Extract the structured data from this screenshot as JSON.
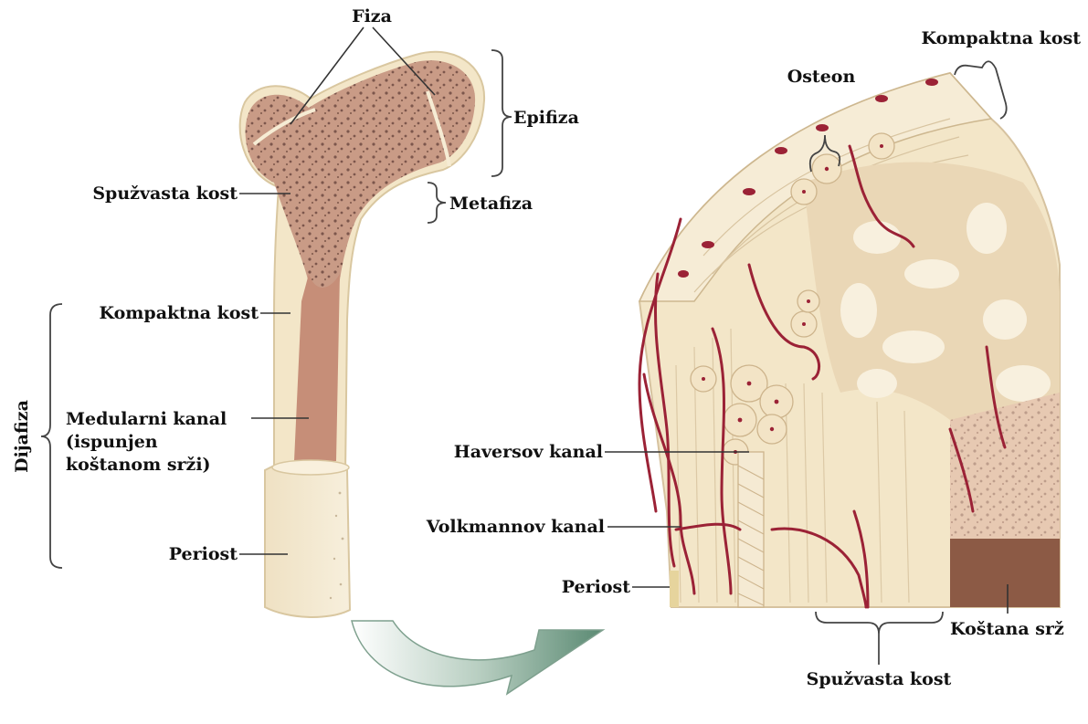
{
  "labels": {
    "fiza": "Fiza",
    "epifiza": "Epifiza",
    "metafiza": "Metafiza",
    "spuzvasta_kost_left": "Spužvasta kost",
    "kompaktna_kost_left": "Kompaktna kost",
    "dijafiza": "Dijafiza",
    "medularni_kanal_1": "Medularni kanal",
    "medularni_kanal_2": "(ispunjen",
    "medularni_kanal_3": "koštanom srži)",
    "periost_left": "Periost",
    "kompaktna_kost_right": "Kompaktna kost",
    "osteon": "Osteon",
    "haversov_kanal": "Haversov kanal",
    "volkmannov_kanal": "Volkmannov kanal",
    "periost_right": "Periost",
    "kostana_srz": "Koštana srž",
    "spuzvasta_kost_right": "Spužvasta kost"
  },
  "colors": {
    "bone_cream": "#f3e6c8",
    "spongy_bone": "#c99b86",
    "medulla": "#c68e78",
    "vessel_red": "#9b2236",
    "marrow_dark": "#8c5a45",
    "arrow_green": "#6f9884"
  }
}
